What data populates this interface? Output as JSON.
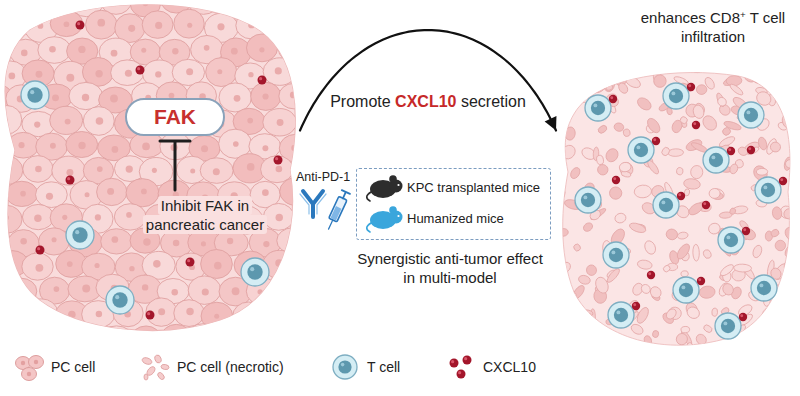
{
  "diagram": {
    "nodes": [
      {
        "text": [
          "Inhibit FAK in pancreatic cancer"
        ]
      },
      {
        "text": [
          "FAK"
        ],
        "in": 0
      },
      {
        "text": [
          "enhances CD8+ T cell infiltration"
        ]
      },
      {
        "text": [
          "KPC transplanted mice",
          "Humanized mice"
        ]
      }
    ],
    "edges": [
      {
        "from": 0,
        "to": 2,
        "arrow": "to",
        "label": "Promote CXCL10 secretion"
      }
    ],
    "labels": [
      "Anti-PD-1",
      "Synergistic anti-tumor effect in multi-model"
    ],
    "legend": [
      {
        "text": "PC cell"
      },
      {
        "text": "PC cell (necrotic)"
      },
      {
        "text": "T cell"
      },
      {
        "text": "CXCL10"
      }
    ]
  }
}
